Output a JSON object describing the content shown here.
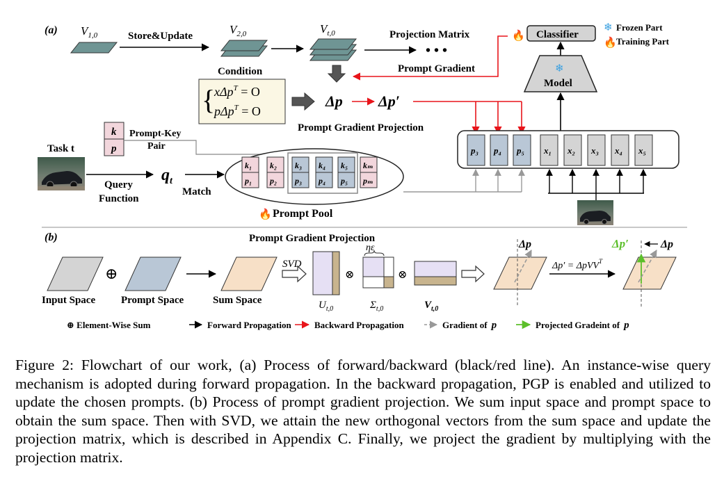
{
  "panel_a": {
    "label": "(a)",
    "v10": "V",
    "v10_sub": "1,0",
    "v20": "V",
    "v20_sub": "2,0",
    "vt0": "V",
    "vt0_sub": "t,0",
    "store_update": "Store&Update",
    "projection_matrix": "Projection Matrix",
    "ellipsis": "• • •",
    "prompt_gradient": "Prompt Gradient",
    "condition_title": "Condition",
    "condition_eq1": "xΔp",
    "condition_eq1_sup": "T",
    "condition_eq1_rhs": " = O",
    "condition_eq2": "pΔp",
    "condition_eq2_sup": "T",
    "condition_eq2_rhs": " = O",
    "delta_p": "Δp",
    "delta_p_prime": "Δp′",
    "pgp_label": "Prompt Gradient Projection",
    "classifier": "Classifier",
    "model": "Model",
    "frozen_part": "Frozen Part",
    "training_part": "Training Part",
    "task": "Task t",
    "key_symbol": "k",
    "prompt_symbol": "p",
    "prompt_key_pair": "Prompt-Key\nPair",
    "query_function": "Query\nFunction",
    "qt": "q",
    "qt_sub": "t",
    "match": "Match",
    "prompt_pool": "Prompt Pool",
    "pool_keys": [
      "k₁",
      "k₂",
      "k₃",
      "k₄",
      "k₅",
      "kₘ"
    ],
    "pool_prompts": [
      "p₁",
      "p₂",
      "p₃",
      "p₄",
      "p₅",
      "pₘ"
    ],
    "sequence_tokens": [
      "p₃",
      "p₄",
      "p₅",
      "x₁",
      "x₂",
      "x₃",
      "x₄",
      "x₅"
    ]
  },
  "panel_b": {
    "label": "(b)",
    "title": "Prompt Gradient Projection",
    "input_space": "Input Space",
    "prompt_space": "Prompt Space",
    "sum_space": "Sum Space",
    "plus_symbol": "⊕",
    "svd": "SVD",
    "u_label": "U",
    "u_sub": "t,0",
    "sigma_label": "Σ",
    "sigma_sub": "t,0",
    "v_label": "V",
    "v_sub": "t,0",
    "eta_eps": "ηε",
    "times_symbol": "⊗",
    "delta_p": "Δp",
    "delta_p_prime": "Δp′",
    "projection_eq": "Δp′ = ΔpVV",
    "projection_eq_sup": "T",
    "delta_p_right": "Δp"
  },
  "legend": {
    "element_sum": "⊕  Element-Wise Sum",
    "forward": "Forward Propagation",
    "backward": "Backward Propagation",
    "gradient": "Gradient of",
    "projected": "Projected Gradeint of",
    "p_symbol": "p"
  },
  "caption": "Figure 2: Flowchart of our work, (a) Process of forward/backward (black/red line). An instance-wise query mechanism is adopted during forward propagation. In the backward propagation, PGP is enabled and utilized to update the chosen prompts. (b) Process of prompt gradient projection. We sum input space and prompt space to obtain the sum space. Then with SVD, we attain the new orthogonal vectors from the sum space and update the projection matrix, which is described in Appendix C. Finally, we project the gradient by multiplying with the projection matrix.",
  "colors": {
    "red": "#e8141a",
    "green": "#5cbf2a",
    "key_fill": "#f2d6dc",
    "blue_fill": "#b9c7d6",
    "gray_fill": "#d4d4d4",
    "teal_plane": "#6f9594",
    "purple_fill": "#e6e0f4",
    "tan_fill": "#c8b48e",
    "sum_fill": "#f7e0c7",
    "cond_fill": "#fbf7e4",
    "frozen_icon": "snowflake-icon",
    "train_icon": "flame-icon"
  }
}
